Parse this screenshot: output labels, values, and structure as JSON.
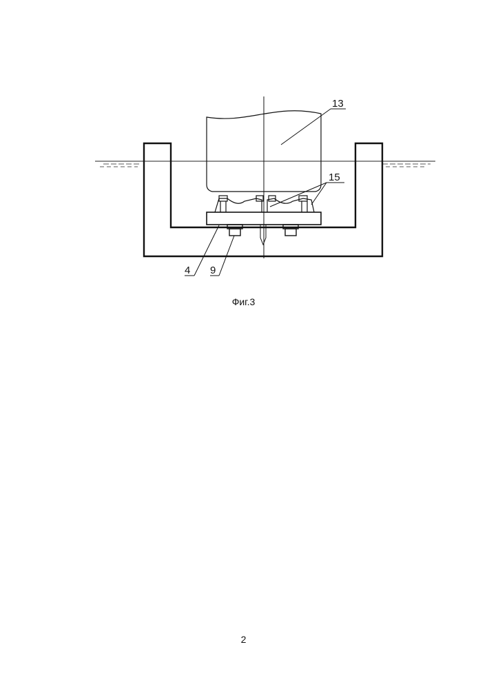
{
  "figure": {
    "labels": {
      "ref_13": "13",
      "ref_15": "15",
      "ref_4": "4",
      "ref_9": "9"
    },
    "caption": "Фиг.3"
  },
  "page": {
    "number": "2"
  }
}
